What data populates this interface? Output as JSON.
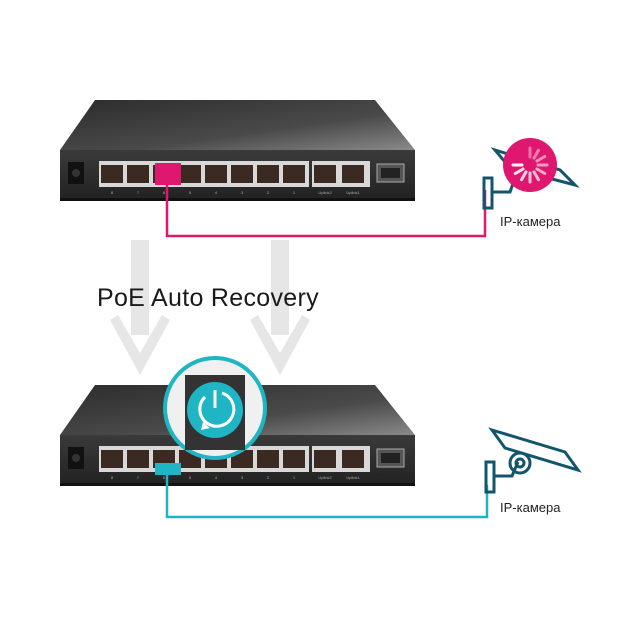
{
  "title": "PoE Auto Recovery",
  "cameras": [
    {
      "label": "IP-камера",
      "state": "failed",
      "color": "#e0176f"
    },
    {
      "label": "IP-камера",
      "state": "recovered",
      "color": "#1fb5c4"
    }
  ],
  "switch": {
    "ports": [
      "8",
      "7",
      "6",
      "5",
      "4",
      "3",
      "2",
      "1",
      "Uplink2",
      "Uplink1"
    ],
    "active_port": "6"
  },
  "icons": [
    "loading-spinner-icon",
    "power-recovery-icon",
    "security-camera-icon",
    "down-arrow-icon"
  ]
}
